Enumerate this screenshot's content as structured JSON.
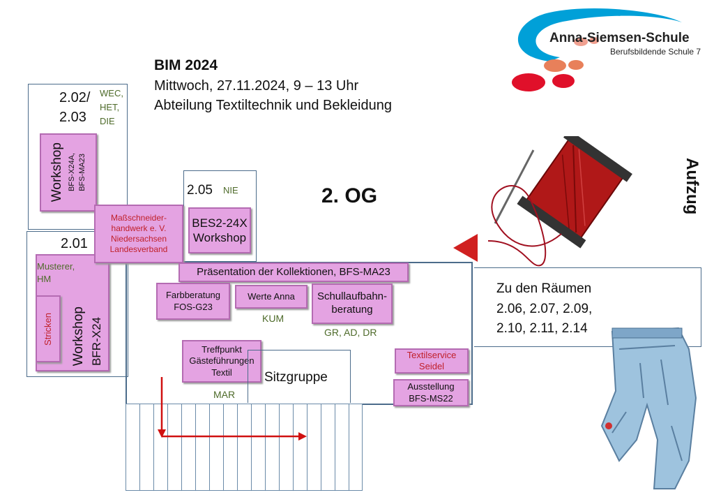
{
  "header": {
    "event": "BIM 2024",
    "datetime": "Mittwoch, 27.11.2024, 9 – 13 Uhr",
    "department": "Abteilung Textiltechnik und Bekleidung"
  },
  "logo": {
    "school_name": "Anna-Siemsen-Schule",
    "school_subtitle": "Berufsbildende Schule 7",
    "accent_color": "#00a0d8",
    "dot_color": "#e0302a"
  },
  "floor": {
    "label": "2. OG",
    "elevator": "Aufzug"
  },
  "rooms": {
    "r202": {
      "number_line1": "2.02/",
      "number_line2": "2.03",
      "tags": [
        "WEC,",
        "HET,",
        "DIE"
      ],
      "workshop_title": "Workshop",
      "workshop_classes": [
        "BFS-X24A,",
        "BFS-MA23"
      ]
    },
    "r201": {
      "number": "2.01",
      "tags": [
        "Musterer,",
        "HM"
      ],
      "stricken": "Stricken",
      "workshop_title": "Workshop",
      "workshop_class": "BFR-X24"
    },
    "r205": {
      "number": "2.05",
      "tag": "NIE",
      "workshop_lines": [
        "BES2-24X",
        "Workshop"
      ]
    }
  },
  "stands": {
    "massschneider": [
      "Maßschneider-",
      "handwerk e. V.",
      "Niedersachsen",
      "Landesverband"
    ],
    "praesentation": "Präsentation der Kollektionen, BFS-MA23",
    "farbberatung": [
      "Farbberatung",
      "FOS-G23"
    ],
    "werte_anna": "Werte Anna",
    "kum": "KUM",
    "schullaufbahn": [
      "Schullaufbahn-",
      "beratung"
    ],
    "schullaufbahn_tags": "GR, AD, DR",
    "treffpunkt": [
      "Treffpunkt",
      "Gästeführungen",
      "Textil"
    ],
    "mar": "MAR",
    "sitzgruppe": "Sitzgruppe",
    "textilservice": [
      "Textilservice",
      "Seidel"
    ],
    "ausstellung": [
      "Ausstellung",
      "BFS-MS22"
    ]
  },
  "directions": {
    "title": "Zu den Räumen",
    "rooms": [
      "2.06, 2.07, 2.09,",
      "2.10, 2.11, 2.14"
    ]
  }
}
